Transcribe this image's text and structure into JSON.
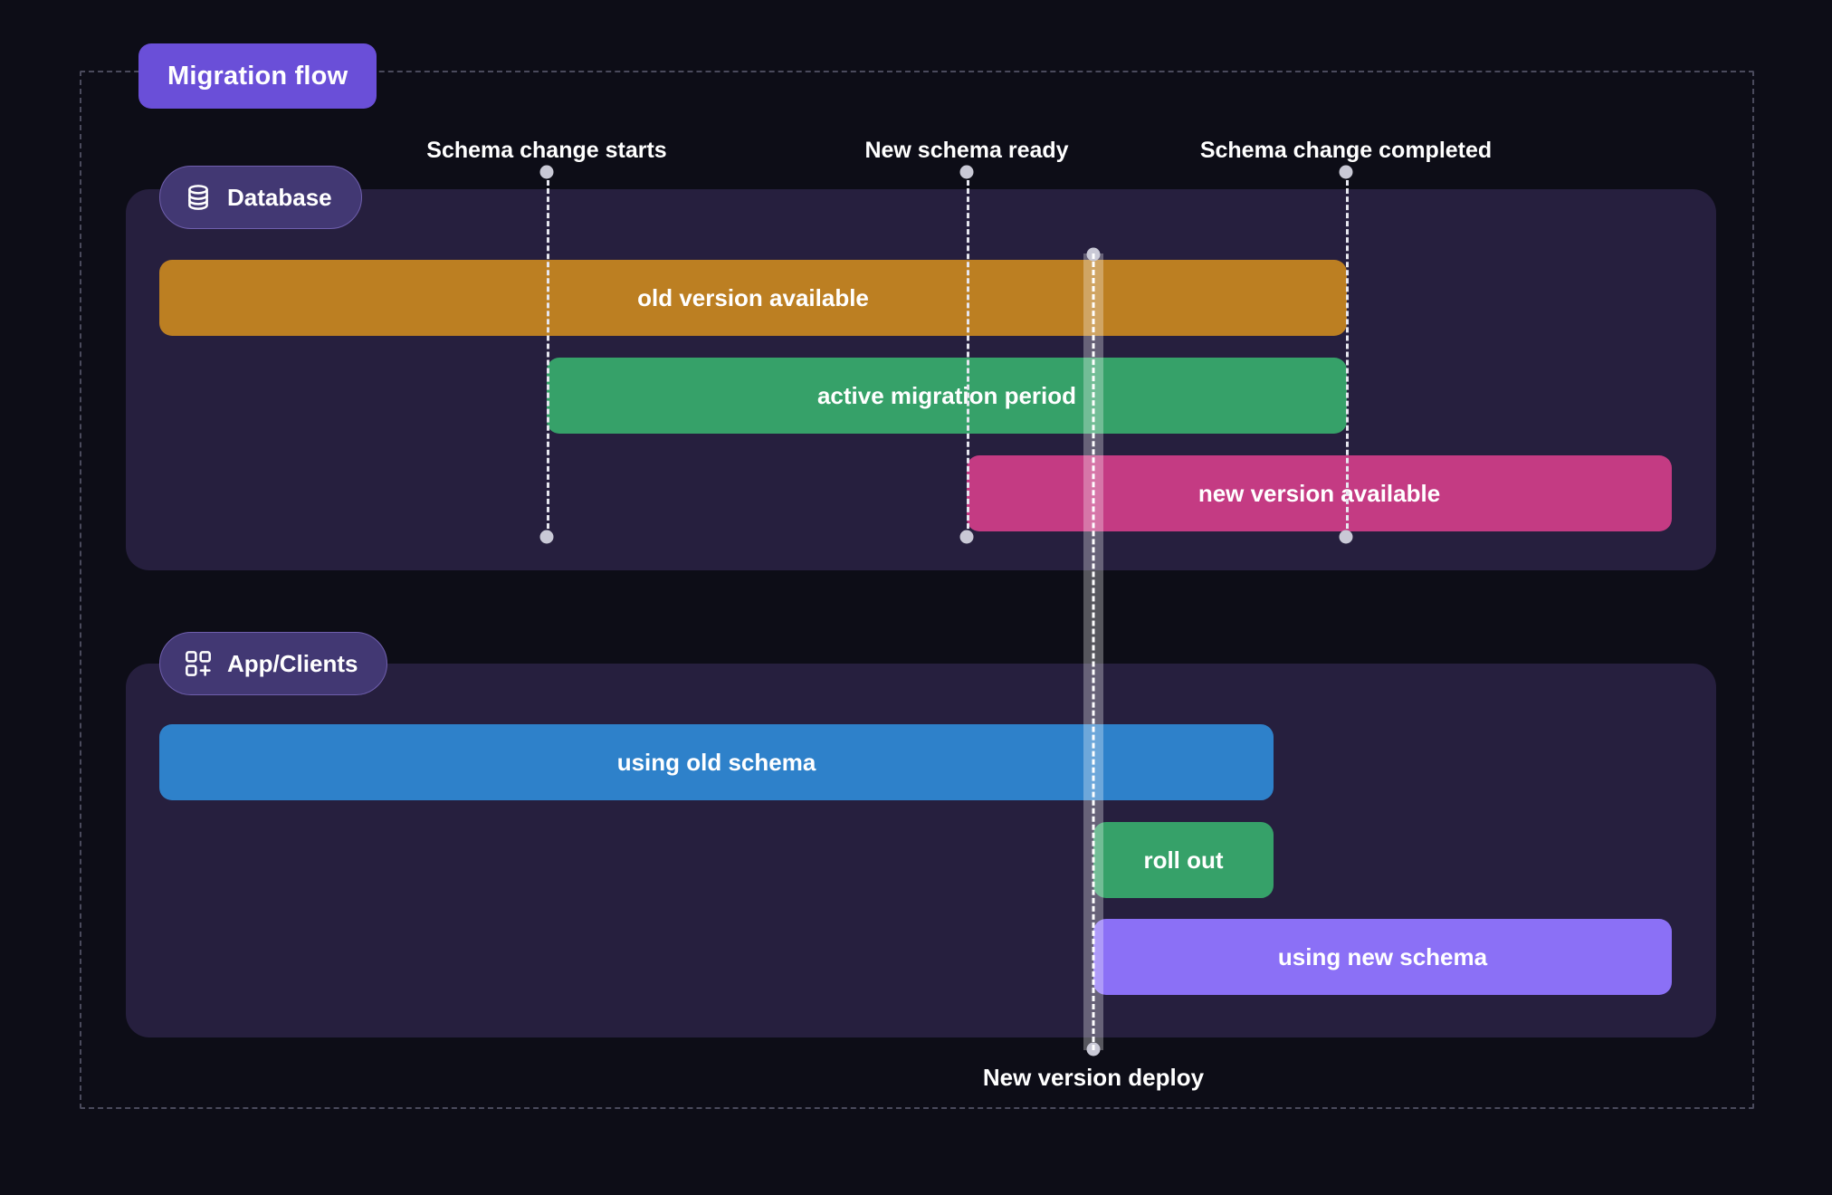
{
  "diagram": {
    "title": "Migration flow",
    "background": "#0d0d17",
    "frame_color": "#4a4a5c",
    "accent": "#6a4fd8"
  },
  "lanes": [
    {
      "id": "database",
      "label": "Database",
      "icon": "database-icon",
      "bars": [
        {
          "id": "old-version-available",
          "label": "old version available",
          "color": "#bc7f22",
          "start": "Schema change starts",
          "end": "Schema change completed"
        },
        {
          "id": "active-migration-period",
          "label": "active migration period",
          "color": "#36a169",
          "start": "Schema change starts",
          "end": "Schema change completed"
        },
        {
          "id": "new-version-available",
          "label": "new version available",
          "color": "#c43b83",
          "start": "New schema ready",
          "end": "end of timeline"
        }
      ]
    },
    {
      "id": "app-clients",
      "label": "App/Clients",
      "icon": "app-grid-plus-icon",
      "bars": [
        {
          "id": "using-old-schema",
          "label": "using old schema",
          "color": "#2e81ca",
          "start": "start of timeline",
          "end": "New version deploy"
        },
        {
          "id": "roll-out",
          "label": "roll out",
          "color": "#36a169",
          "start": "New version deploy",
          "end": "after deploy"
        },
        {
          "id": "using-new-schema",
          "label": "using new schema",
          "color": "#8b70f6",
          "start": "New version deploy",
          "end": "end of timeline"
        }
      ]
    }
  ],
  "milestones": [
    {
      "id": "schema-change-starts",
      "label": "Schema change starts",
      "position": "top"
    },
    {
      "id": "new-schema-ready",
      "label": "New schema ready",
      "position": "top"
    },
    {
      "id": "schema-change-completed",
      "label": "Schema change completed",
      "position": "top"
    },
    {
      "id": "new-version-deploy",
      "label": "New version deploy",
      "position": "bottom"
    }
  ]
}
